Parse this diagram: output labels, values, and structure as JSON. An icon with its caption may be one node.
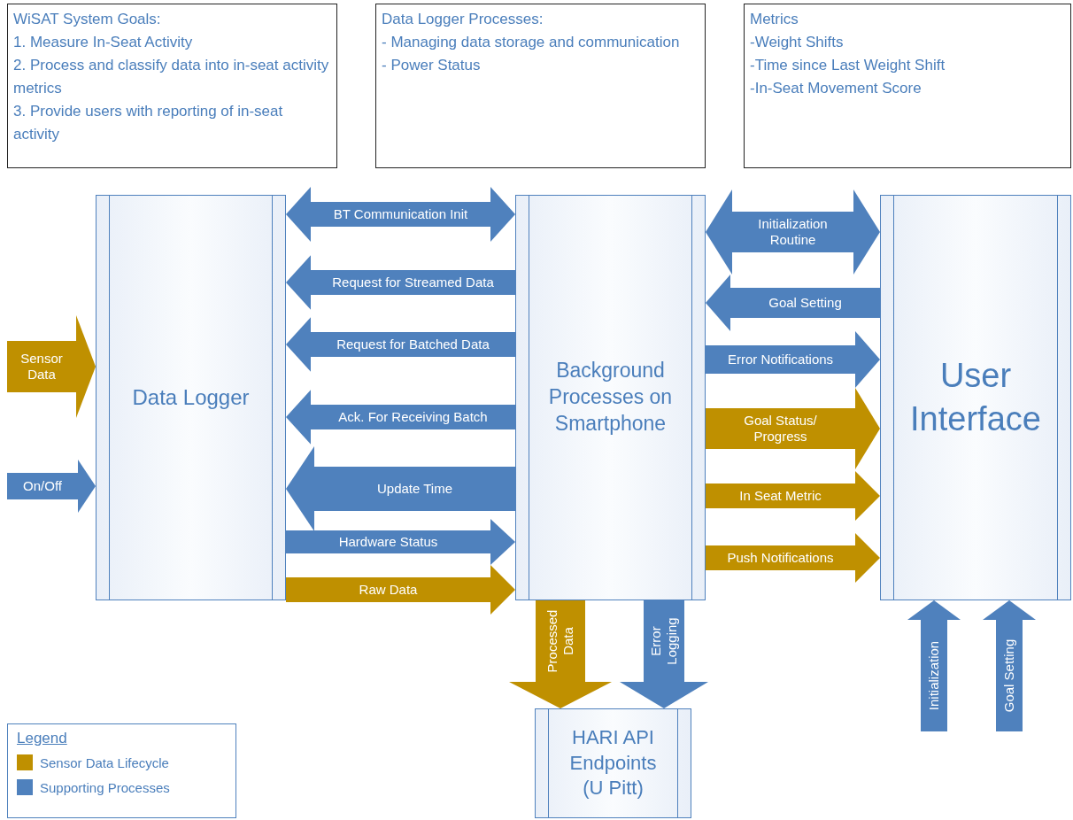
{
  "diagram": {
    "nodes": [
      {
        "text": [
          "WiSAT System Goals:",
          "1. Measure In-Seat Activity",
          "2. Process and classify data into in-seat activity metrics",
          "3. Provide users with reporting of in-seat activity"
        ]
      },
      {
        "text": [
          "Data Logger Processes:",
          "- Managing data storage and communication",
          "- Power Status"
        ]
      },
      {
        "text": [
          "Metrics",
          "-Weight Shifts",
          "-Time since Last Weight Shift",
          "-In-Seat Movement Score"
        ]
      },
      {
        "text": [
          "Data Logger"
        ]
      },
      {
        "text": [
          "Background Processes on Smartphone"
        ]
      },
      {
        "text": [
          "User Interface"
        ]
      },
      {
        "text": [
          "HARI API Endpoints (U Pitt)"
        ]
      }
    ],
    "edges": [
      {
        "from": null,
        "to": 3,
        "arrow": "to",
        "label": "Sensor Data",
        "color": "#bf9000",
        "style": "thick"
      },
      {
        "from": null,
        "to": 3,
        "arrow": "to",
        "label": "On/Off"
      },
      {
        "from": 3,
        "to": 4,
        "arrow": "both",
        "label": "BT Communication Init"
      },
      {
        "from": 4,
        "to": 3,
        "arrow": "to",
        "label": "Request for Streamed Data"
      },
      {
        "from": 4,
        "to": 3,
        "arrow": "to",
        "label": "Request for Batched Data"
      },
      {
        "from": 4,
        "to": 3,
        "arrow": "to",
        "label": "Ack. For Receiving Batch"
      },
      {
        "from": 4,
        "to": 3,
        "arrow": "to",
        "label": "Update Time"
      },
      {
        "from": 3,
        "to": 4,
        "arrow": "to",
        "label": "Hardware Status"
      },
      {
        "from": 3,
        "to": 4,
        "arrow": "to",
        "label": "Raw Data",
        "color": "#bf9000"
      },
      {
        "from": 4,
        "to": 5,
        "arrow": "both",
        "label": "Initialization Routine"
      },
      {
        "from": 5,
        "to": 4,
        "arrow": "to",
        "label": "Goal Setting"
      },
      {
        "from": 4,
        "to": 5,
        "arrow": "to",
        "label": "Error Notifications"
      },
      {
        "from": 4,
        "to": 5,
        "arrow": "to",
        "label": "Goal Status/ Progress",
        "color": "#bf9000"
      },
      {
        "from": 4,
        "to": 5,
        "arrow": "to",
        "label": "In Seat Metric",
        "color": "#bf9000"
      },
      {
        "from": 4,
        "to": 5,
        "arrow": "to",
        "label": "Push Notifications",
        "color": "#bf9000"
      },
      {
        "from": 4,
        "to": 6,
        "arrow": "to",
        "label": "Processed Data",
        "color": "#bf9000",
        "style": "thick"
      },
      {
        "from": 4,
        "to": 6,
        "arrow": "to",
        "label": "Error Logging"
      },
      {
        "from": null,
        "to": 5,
        "arrow": "to",
        "label": "Initialization"
      },
      {
        "from": null,
        "to": 5,
        "arrow": "to",
        "label": "Goal Setting"
      }
    ],
    "labels": [
      "Legend"
    ],
    "legend": [
      {
        "text": "Sensor Data Lifecycle",
        "color": "#bf9000"
      },
      {
        "text": "Supporting Processes",
        "color": "#4f81bd"
      }
    ]
  }
}
